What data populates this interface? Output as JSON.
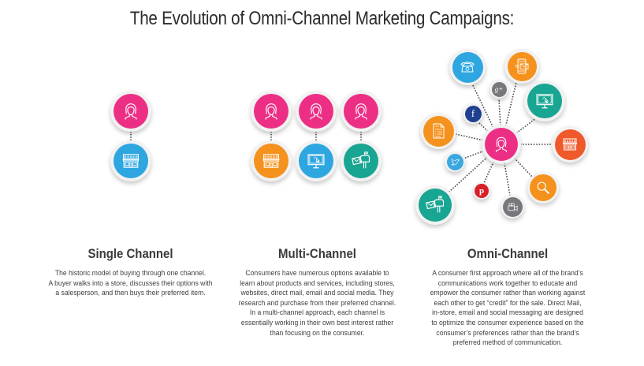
{
  "title": "The Evolution of Omni-Channel Marketing Campaigns:",
  "colors": {
    "pink": "#ec2f85",
    "blue": "#2ea6e0",
    "orange": "#f5921e",
    "teal": "#18a592",
    "red_orange": "#f0592a",
    "navy": "#1f3f8f",
    "gray": "#77787b",
    "red": "#d81f26",
    "light_blue": "#3aa8de"
  },
  "columns": [
    {
      "id": "single",
      "heading": "Single Channel",
      "body_lines": [
        "The historic model of buying through one channel.",
        "A buyer walks into a store, discusses their options with",
        "a salesperson, and then buys their preferred item."
      ],
      "nodes": [
        {
          "icon": "person-icon",
          "color": "pink"
        },
        {
          "icon": "store-icon",
          "color": "blue"
        }
      ]
    },
    {
      "id": "multi",
      "heading": "Multi-Channel",
      "body_lines": [
        "Consumers have numerous options available to",
        "learn about products and services, including stores,",
        "websites, direct mail, email and social media. They",
        "research and purchase from their preferred channel.",
        "In a multi-channel approach, each channel is",
        "essentially working in their own best interest rather",
        "than focusing on the consumer."
      ],
      "nodes": [
        {
          "icon": "person-icon",
          "color": "pink",
          "pair": "store-icon",
          "pair_color": "orange"
        },
        {
          "icon": "person-icon",
          "color": "pink",
          "pair": "monitor-icon",
          "pair_color": "blue"
        },
        {
          "icon": "person-icon",
          "color": "pink",
          "pair": "mailbox-icon",
          "pair_color": "teal"
        }
      ]
    },
    {
      "id": "omni",
      "heading": "Omni-Channel",
      "body_lines": [
        "A consumer first approach where all of the brand’s",
        "communications work together to educate and",
        "empower the consumer rather than working against",
        "each other to get “credit” for the sale. Direct Mail,",
        "in-store, email and social messaging are designed",
        "to optimize the consumer experience based on the",
        "consumer’s preferences rather than the brand’s",
        "preferred method of communication."
      ],
      "center": {
        "icon": "person-icon",
        "color": "pink"
      },
      "channels": [
        {
          "icon": "phone-icon",
          "color": "blue"
        },
        {
          "icon": "mobile-email-icon",
          "color": "orange"
        },
        {
          "icon": "google-plus-icon",
          "color": "gray"
        },
        {
          "icon": "monitor-icon",
          "color": "teal"
        },
        {
          "icon": "facebook-icon",
          "color": "navy"
        },
        {
          "icon": "document-icon",
          "color": "orange"
        },
        {
          "icon": "store-icon",
          "color": "red_orange"
        },
        {
          "icon": "twitter-icon",
          "color": "light_blue"
        },
        {
          "icon": "search-icon",
          "color": "orange"
        },
        {
          "icon": "pinterest-icon",
          "color": "red"
        },
        {
          "icon": "video-camera-icon",
          "color": "gray"
        },
        {
          "icon": "mailbox-icon",
          "color": "teal"
        }
      ]
    }
  ],
  "glyphs": {
    "facebook": "f",
    "google_plus": "g+",
    "pinterest": "p"
  }
}
